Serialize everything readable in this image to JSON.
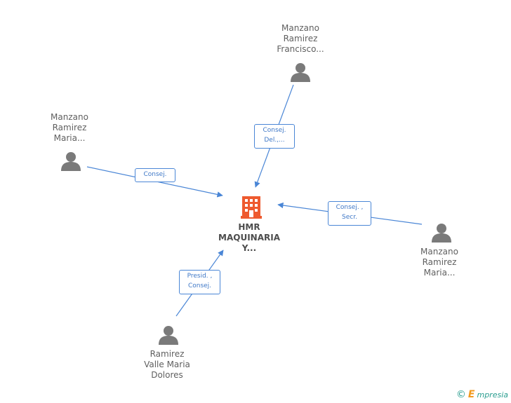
{
  "center": {
    "name": "HMR\nMAQUINARIA\nY...",
    "icon": "building-icon",
    "color": "#ee5a2f"
  },
  "people": [
    {
      "id": "p1",
      "name": "Manzano\nRamirez\nFrancisco...",
      "icon": "person-icon",
      "relation": "Consej.\nDel.,..."
    },
    {
      "id": "p2",
      "name": "Manzano\nRamirez\nMaria...",
      "icon": "person-icon",
      "relation": "Consej."
    },
    {
      "id": "p3",
      "name": "Manzano\nRamirez\nMaria...",
      "icon": "person-icon",
      "relation": "Consej. ,\nSecr."
    },
    {
      "id": "p4",
      "name": "Ramirez\nValle Maria\nDolores",
      "icon": "person-icon",
      "relation": "Presid. ,\nConsej."
    }
  ],
  "colors": {
    "person": "#7a7a7a",
    "edge": "#4a86d6"
  },
  "footer": {
    "copyright": "©",
    "brand_initial": "E",
    "brand_rest": "mpresia"
  }
}
